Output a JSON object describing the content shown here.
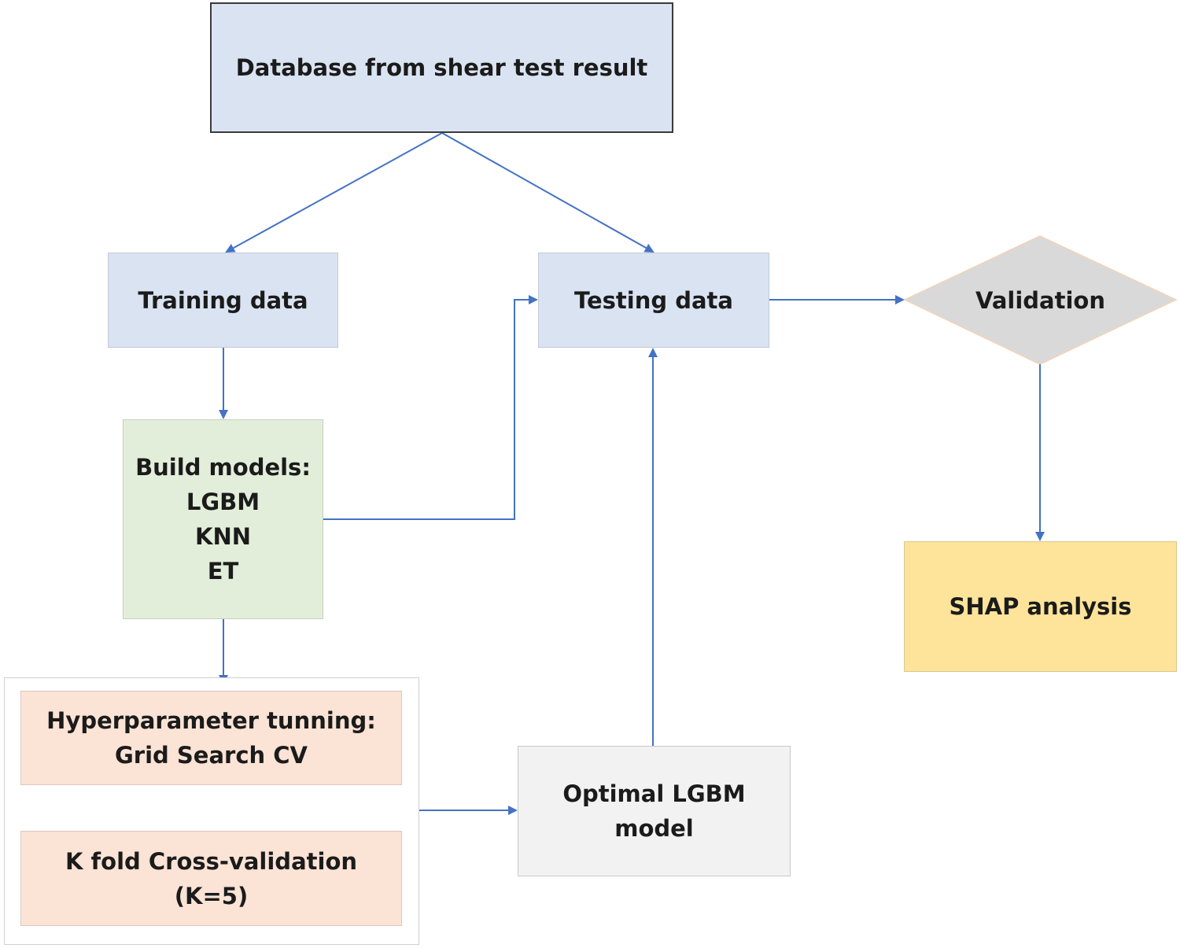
{
  "nodes": {
    "database": {
      "lines": [
        "Database from shear test result"
      ]
    },
    "training": {
      "lines": [
        "Training data"
      ]
    },
    "testing": {
      "lines": [
        "Testing data"
      ]
    },
    "validation": {
      "lines": [
        "Validation"
      ]
    },
    "build_models": {
      "lines": [
        "Build models:",
        "LGBM",
        "KNN",
        "ET"
      ]
    },
    "hyperparameter": {
      "lines": [
        "Hyperparameter tunning:",
        "Grid Search CV"
      ]
    },
    "kfold": {
      "lines": [
        "K fold Cross-validation",
        "(K=5)"
      ]
    },
    "optimal": {
      "lines": [
        "Optimal LGBM",
        "model"
      ]
    },
    "shap": {
      "lines": [
        "SHAP analysis"
      ]
    }
  },
  "colors": {
    "arrow": "#4472c4",
    "blue_box": "#dae3f2",
    "green_box": "#e2eed9",
    "peach_box": "#fbe3d5",
    "gray_box": "#f2f2f2",
    "yellow_box": "#fde49a",
    "diamond": "#d9d9d9"
  }
}
